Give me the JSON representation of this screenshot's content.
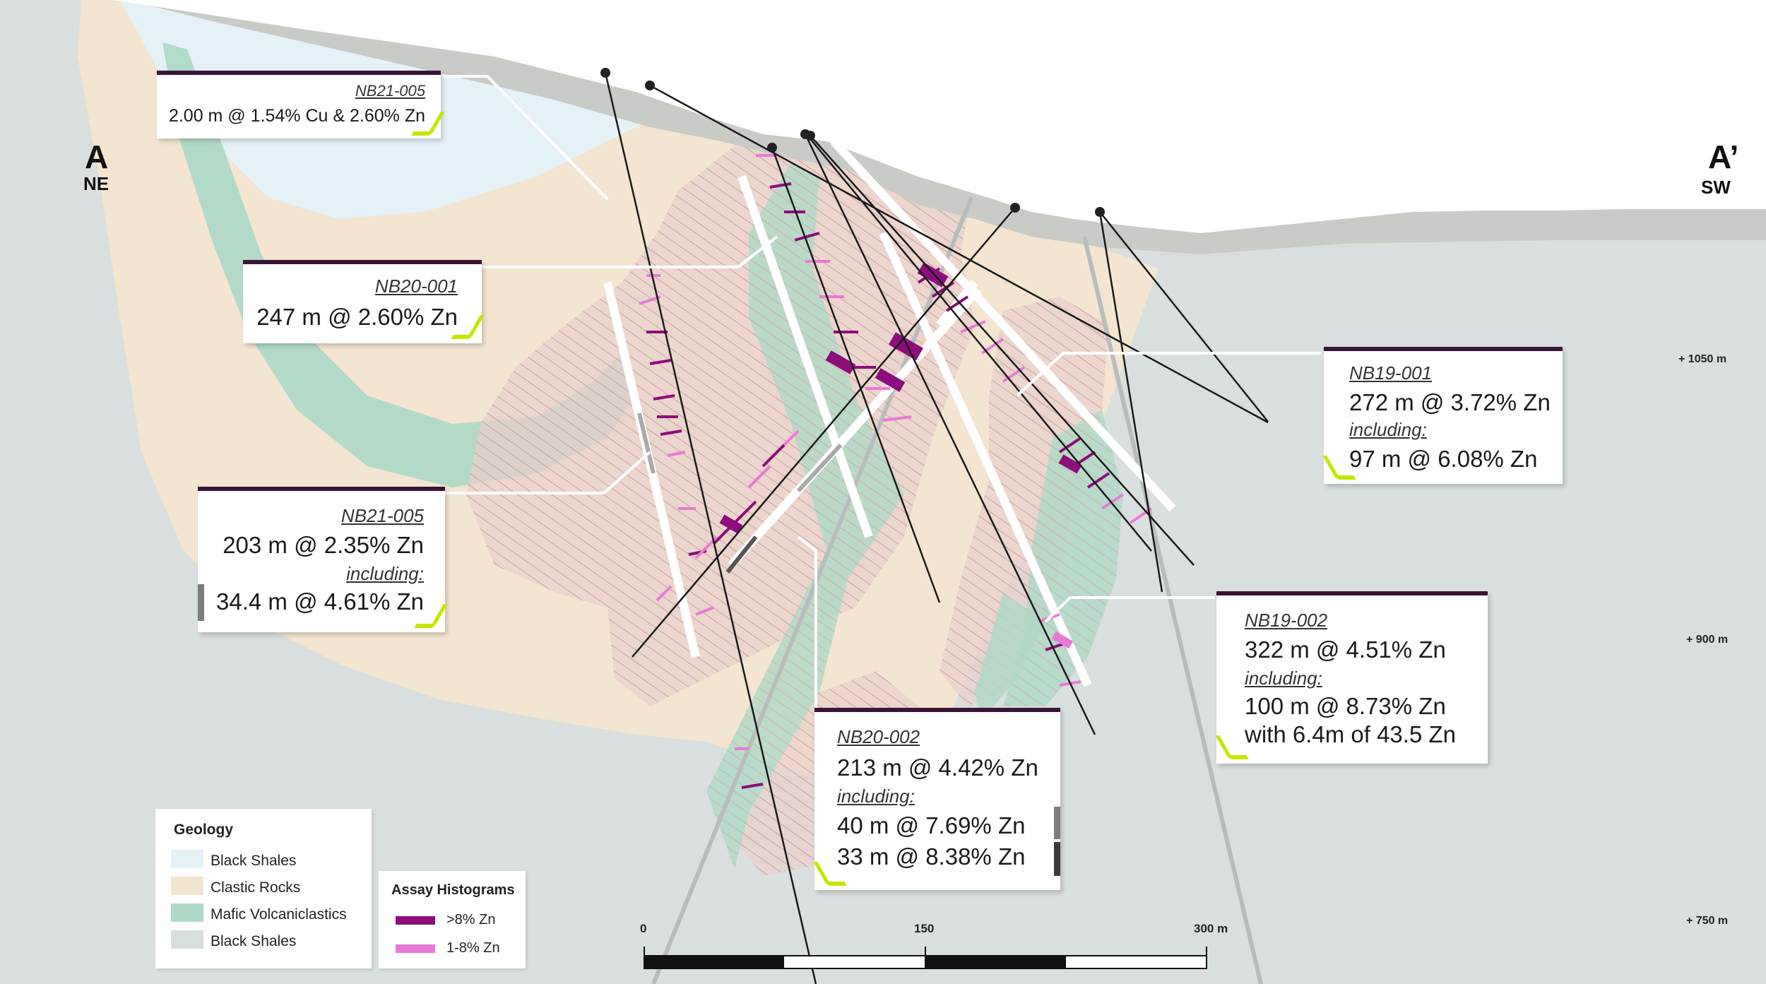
{
  "section": {
    "left_label": "A",
    "left_dir": "NE",
    "right_label": "A’",
    "right_dir": "SW"
  },
  "elevations": [
    "+ 1050 m",
    "+ 900 m",
    "+ 750 m"
  ],
  "callouts": {
    "nb21_005_top": {
      "id": "NB21-005",
      "line1": "2.00 m @ 1.54% Cu  & 2.60% Zn"
    },
    "nb20_001": {
      "id": "NB20-001",
      "line1": "247 m @ 2.60% Zn"
    },
    "nb19_001": {
      "id": "NB19-001",
      "line1": "272 m @ 3.72% Zn",
      "including": "including:",
      "line2": "97 m @ 6.08% Zn"
    },
    "nb21_005": {
      "id": "NB21-005",
      "line1": "203 m @ 2.35% Zn",
      "including": "including:",
      "line2": "34.4 m @ 4.61% Zn"
    },
    "nb19_002": {
      "id": "NB19-002",
      "line1": "322 m @ 4.51% Zn",
      "including": "including:",
      "line2": "100 m @ 8.73% Zn",
      "line3": "with 6.4m of 43.5 Zn"
    },
    "nb20_002": {
      "id": "NB20-002",
      "line1": "213 m @ 4.42% Zn",
      "including": "including:",
      "line2": "40 m @ 7.69% Zn",
      "line3": "33 m @ 8.38% Zn"
    }
  },
  "legend_geology": {
    "title": "Geology",
    "items": [
      {
        "label": "Black Shales",
        "color": "#e4f1f7"
      },
      {
        "label": "Clastic Rocks",
        "color": "#f3e5cf"
      },
      {
        "label": "Mafic Volcaniclastics",
        "color": "#afd9c6"
      },
      {
        "label": "Black Shales",
        "color": "#d7dfdd"
      }
    ]
  },
  "legend_assay": {
    "title": "Assay Histograms",
    "items": [
      {
        "label": ">8% Zn",
        "color": "#8c0d7b"
      },
      {
        "label": "1-8% Zn",
        "color": "#e87ad6"
      }
    ]
  },
  "scale_bar": {
    "labels": [
      "0",
      "150",
      "300 m"
    ]
  },
  "colors": {
    "callout_border": "#3a1438",
    "highlight_tick": "#c5e600",
    "background_shales": "#d9dfde"
  }
}
